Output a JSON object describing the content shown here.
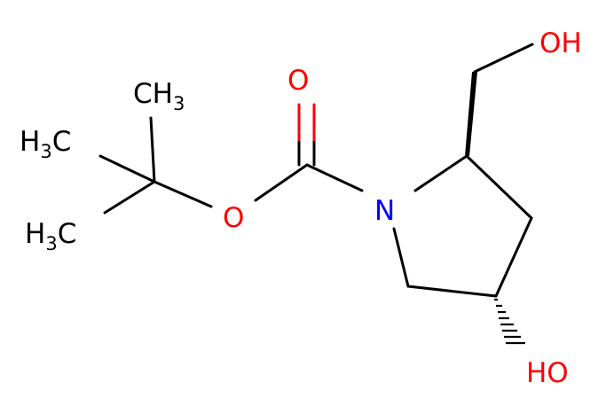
{
  "molecule": {
    "colors": {
      "bond": "#000000",
      "oxygen": "#ff0000",
      "nitrogen": "#0000ff",
      "carbon_label": "#000000"
    },
    "atoms": {
      "oh_top": "OH",
      "carbonyl_o": "O",
      "ester_o": "O",
      "nitrogen": "N",
      "oh_bottom": "HO",
      "methyl_top": {
        "main": "CH",
        "sub": "3"
      },
      "methyl_left_1": {
        "main": "H",
        "sub": "3",
        "tail": "C"
      },
      "methyl_left_2": {
        "main": "H",
        "sub": "3",
        "tail": "C"
      }
    }
  }
}
